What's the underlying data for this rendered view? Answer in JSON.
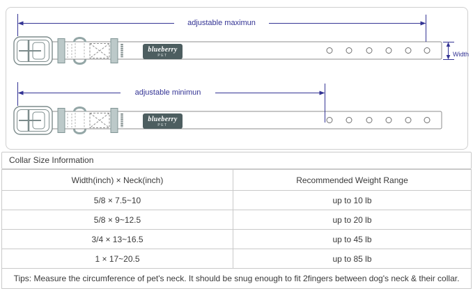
{
  "diagram": {
    "dim_color": "#333394",
    "max_label": "adjustable maximun",
    "min_label": "adjustable minimun",
    "width_label": "Width",
    "logo": {
      "brand": "blueberry",
      "sub": "PET",
      "bg_color": "#4d5e60"
    },
    "holes_per_collar": 6,
    "hardware_colors": {
      "keeper": "#bcc9c9",
      "outline": "#7f9494",
      "strap_border": "#8c8c8c"
    }
  },
  "size_info": {
    "title": "Collar Size Information",
    "col_size": "Width(inch) × Neck(inch)",
    "col_weight": "Recommended Weight Range",
    "rows": [
      {
        "size": "5/8 × 7.5~10",
        "weight": "up to 10 lb"
      },
      {
        "size": "5/8 × 9~12.5",
        "weight": "up to 20 lb"
      },
      {
        "size": "3/4 × 13~16.5",
        "weight": "up to 45 lb"
      },
      {
        "size": "1 × 17~20.5",
        "weight": "up to 85 lb"
      }
    ],
    "tips": "Tips: Measure the circumference of pet's neck. It should be snug enough to fit 2fingers between dog's neck & their collar."
  }
}
